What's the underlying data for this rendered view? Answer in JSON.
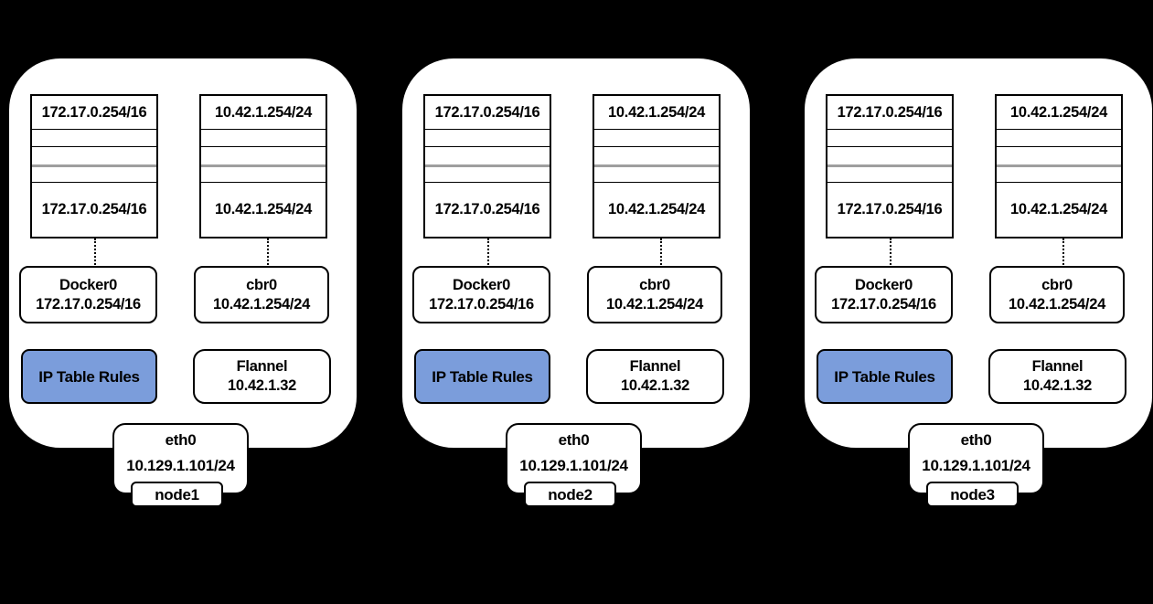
{
  "background_color": "#000000",
  "colors": {
    "node_fill": "#FFFFFF",
    "stroke": "#000000",
    "iptables_fill": "#7B9DDB",
    "table_divider_gray": "#9E9E9E"
  },
  "nodes": [
    {
      "label": "node1",
      "docker_route_table": {
        "first_entry": "172.17.0.254/16",
        "last_entry": "172.17.0.254/16"
      },
      "cbr_route_table": {
        "first_entry": "10.42.1.254/24",
        "last_entry": "10.42.1.254/24"
      },
      "docker_bridge": {
        "name": "Docker0",
        "ip": "172.17.0.254/16"
      },
      "cbr_bridge": {
        "name": "cbr0",
        "ip": "10.42.1.254/24"
      },
      "iptables_label": "IP Table Rules",
      "flannel": {
        "name": "Flannel",
        "ip": "10.42.1.32"
      },
      "eth0": {
        "name": "eth0",
        "ip": "10.129.1.101/24"
      }
    },
    {
      "label": "node2",
      "docker_route_table": {
        "first_entry": "172.17.0.254/16",
        "last_entry": "172.17.0.254/16"
      },
      "cbr_route_table": {
        "first_entry": "10.42.1.254/24",
        "last_entry": "10.42.1.254/24"
      },
      "docker_bridge": {
        "name": "Docker0",
        "ip": "172.17.0.254/16"
      },
      "cbr_bridge": {
        "name": "cbr0",
        "ip": "10.42.1.254/24"
      },
      "iptables_label": "IP Table Rules",
      "flannel": {
        "name": "Flannel",
        "ip": "10.42.1.32"
      },
      "eth0": {
        "name": "eth0",
        "ip": "10.129.1.101/24"
      }
    },
    {
      "label": "node3",
      "docker_route_table": {
        "first_entry": "172.17.0.254/16",
        "last_entry": "172.17.0.254/16"
      },
      "cbr_route_table": {
        "first_entry": "10.42.1.254/24",
        "last_entry": "10.42.1.254/24"
      },
      "docker_bridge": {
        "name": "Docker0",
        "ip": "172.17.0.254/16"
      },
      "cbr_bridge": {
        "name": "cbr0",
        "ip": "10.42.1.254/24"
      },
      "iptables_label": "IP Table Rules",
      "flannel": {
        "name": "Flannel",
        "ip": "10.42.1.32"
      },
      "eth0": {
        "name": "eth0",
        "ip": "10.129.1.101/24"
      }
    }
  ]
}
